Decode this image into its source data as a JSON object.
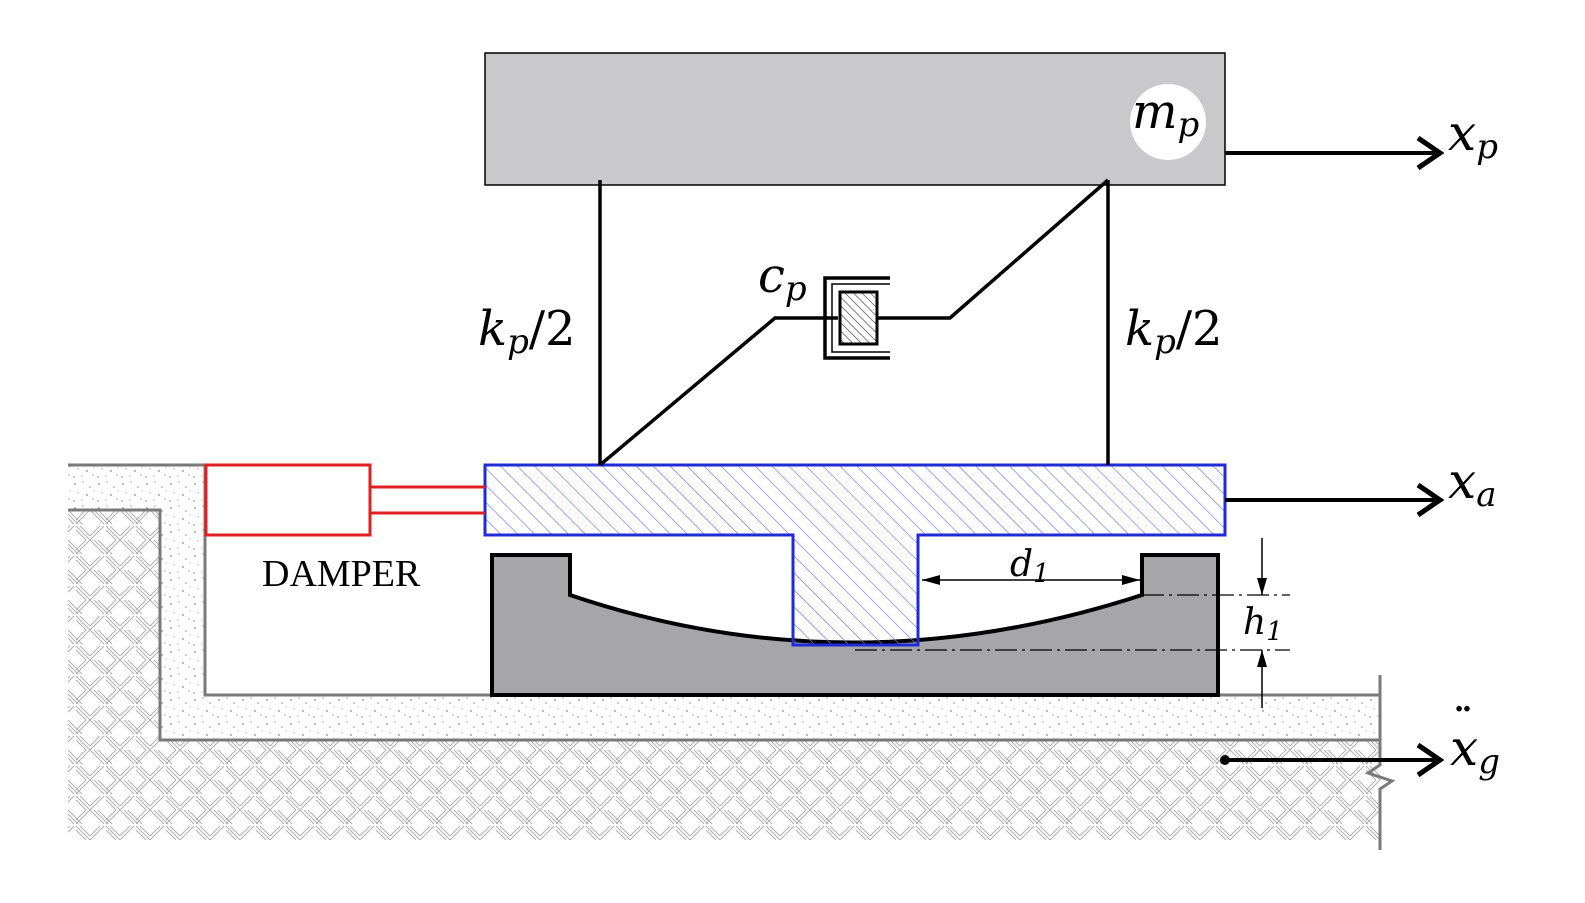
{
  "labels": {
    "mass": {
      "base": "m",
      "sub": "p"
    },
    "damper_coeff": {
      "base": "c",
      "sub": "p"
    },
    "spring_left": {
      "base": "k",
      "sub": "p",
      "tail": "/2"
    },
    "spring_right": {
      "base": "k",
      "sub": "p",
      "tail": "/2"
    },
    "disp_top": {
      "base": "x",
      "sub": "p"
    },
    "disp_mid": {
      "base": "x",
      "sub": "a"
    },
    "ground_accel": {
      "base": "x",
      "sub": "g",
      "accent": "¨"
    },
    "damper_text": "DAMPER",
    "dim_d": {
      "base": "d",
      "sub": "1"
    },
    "dim_h": {
      "base": "h",
      "sub": "1"
    }
  },
  "colors": {
    "mass_fill": "#c9c9cb",
    "base_fill": "#a6a6a8",
    "slider_stroke": "#1f2bd6",
    "slider_hatch": "#6f78e6",
    "damper_stroke": "#e02020",
    "ground_line": "#7a7a7a",
    "ink": "#000000"
  }
}
